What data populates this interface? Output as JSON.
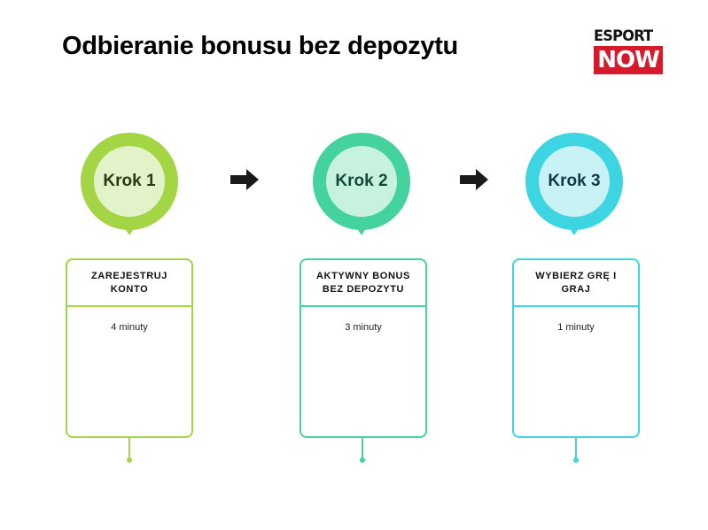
{
  "title": "Odbieranie bonusu bez depozytu",
  "logo": {
    "top": "ESPORT",
    "bottom": "NOW"
  },
  "colors": {
    "green": "#a3d544",
    "teal": "#44d39f",
    "cyan": "#3ed5e3",
    "brand_red": "#d7192b"
  },
  "steps": [
    {
      "label": "Krok 1",
      "title": "ZAREJESTRUJ KONTO",
      "time": "4 minuty"
    },
    {
      "label": "Krok 2",
      "title": "AKTYWNY BONUS BEZ DEPOZYTU",
      "time": "3 minuty"
    },
    {
      "label": "Krok 3",
      "title": "WYBIERZ GRĘ I GRAJ",
      "time": "1 minuty"
    }
  ]
}
